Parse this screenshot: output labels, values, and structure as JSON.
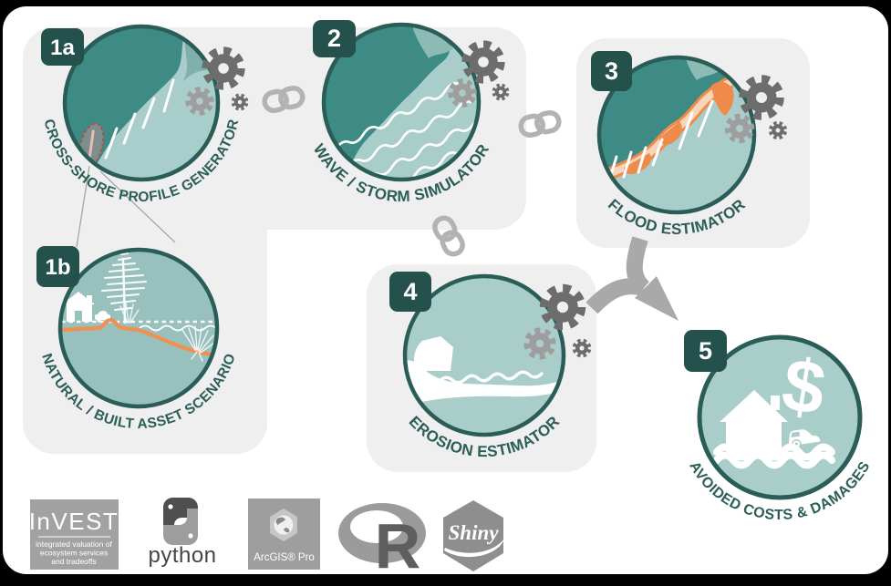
{
  "modules": [
    {
      "id": "1a",
      "label": "CROSS-SHORE PROFILE GENERATOR"
    },
    {
      "id": "1b",
      "label": "NATURAL / BUILT ASSET SCENARIO"
    },
    {
      "id": "2",
      "label": "WAVE / STORM SIMULATOR"
    },
    {
      "id": "3",
      "label": "FLOOD ESTIMATOR"
    },
    {
      "id": "4",
      "label": "EROSION ESTIMATOR"
    },
    {
      "id": "5",
      "label": "AVOIDED COSTS & DAMAGES"
    }
  ],
  "logos": {
    "invest": {
      "name": "InVEST",
      "tagline1": "integrated valuation of",
      "tagline2": "ecosystem services",
      "tagline3": "and tradeoffs"
    },
    "python": {
      "wordmark": "python"
    },
    "arcgis": {
      "label": "ArcGIS® Pro"
    },
    "r": {
      "letter": "R"
    },
    "shiny": {
      "label": "Shiny"
    }
  },
  "colors": {
    "teal_dark": "#24514b",
    "teal_outline": "#2a5d57",
    "teal_map": "#3e8b86",
    "teal_mid": "#8cbab5",
    "teal_light": "#a9cdc9",
    "teal_scene": "#98c0bc",
    "panel_grey": "#efefef",
    "gear_dark": "#6d6d6d",
    "gear_grey": "#9e9e9e",
    "chain_grey": "#b3b3b3",
    "arrow_grey": "#a9a9a9",
    "orange": "#ef8a4a",
    "orange_light": "#f8d5b8",
    "alert_red": "#e0392e",
    "label_teal": "#2c5e58",
    "white": "#ffffff"
  }
}
